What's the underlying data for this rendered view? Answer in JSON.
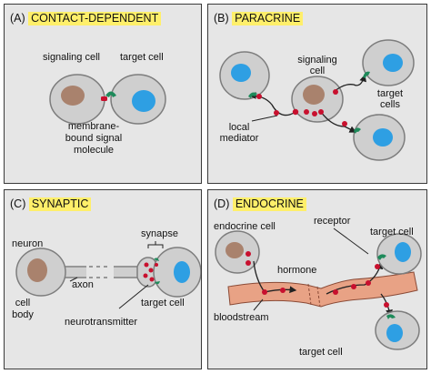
{
  "panels": {
    "a": {
      "letter": "(A)",
      "title": "CONTACT-DEPENDENT",
      "labels": {
        "signaling_cell": "signaling cell",
        "target_cell": "target cell",
        "membrane_1": "membrane-",
        "membrane_2": "bound signal",
        "membrane_3": "molecule"
      }
    },
    "b": {
      "letter": "(B)",
      "title": "PARACRINE",
      "labels": {
        "signaling_1": "signaling",
        "signaling_2": "cell",
        "target_1": "target",
        "target_2": "cells",
        "local_1": "local",
        "local_2": "mediator"
      }
    },
    "c": {
      "letter": "(C)",
      "title": "SYNAPTIC",
      "labels": {
        "synapse": "synapse",
        "neuron": "neuron",
        "axon": "axon",
        "cell_body_1": "cell",
        "cell_body_2": "body",
        "target_cell": "target cell",
        "neurotransmitter": "neurotransmitter"
      }
    },
    "d": {
      "letter": "(D)",
      "title": "ENDOCRINE",
      "labels": {
        "endocrine_cell": "endocrine cell",
        "receptor": "receptor",
        "target_cell_top": "target cell",
        "hormone": "hormone",
        "bloodstream": "bloodstream",
        "target_cell_bottom": "target cell"
      }
    }
  },
  "colors": {
    "panel_bg": "#e6e6e6",
    "cell_fill": "#cfcfcf",
    "cell_stroke": "#7d7d7d",
    "signaling_nucleus": "#a9826d",
    "target_nucleus": "#2e9fe3",
    "receptor": "#1e8a5a",
    "signal_molecule": "#c8102e",
    "bloodstream": "#e8a285",
    "title_highlight": "#ffef6a"
  }
}
